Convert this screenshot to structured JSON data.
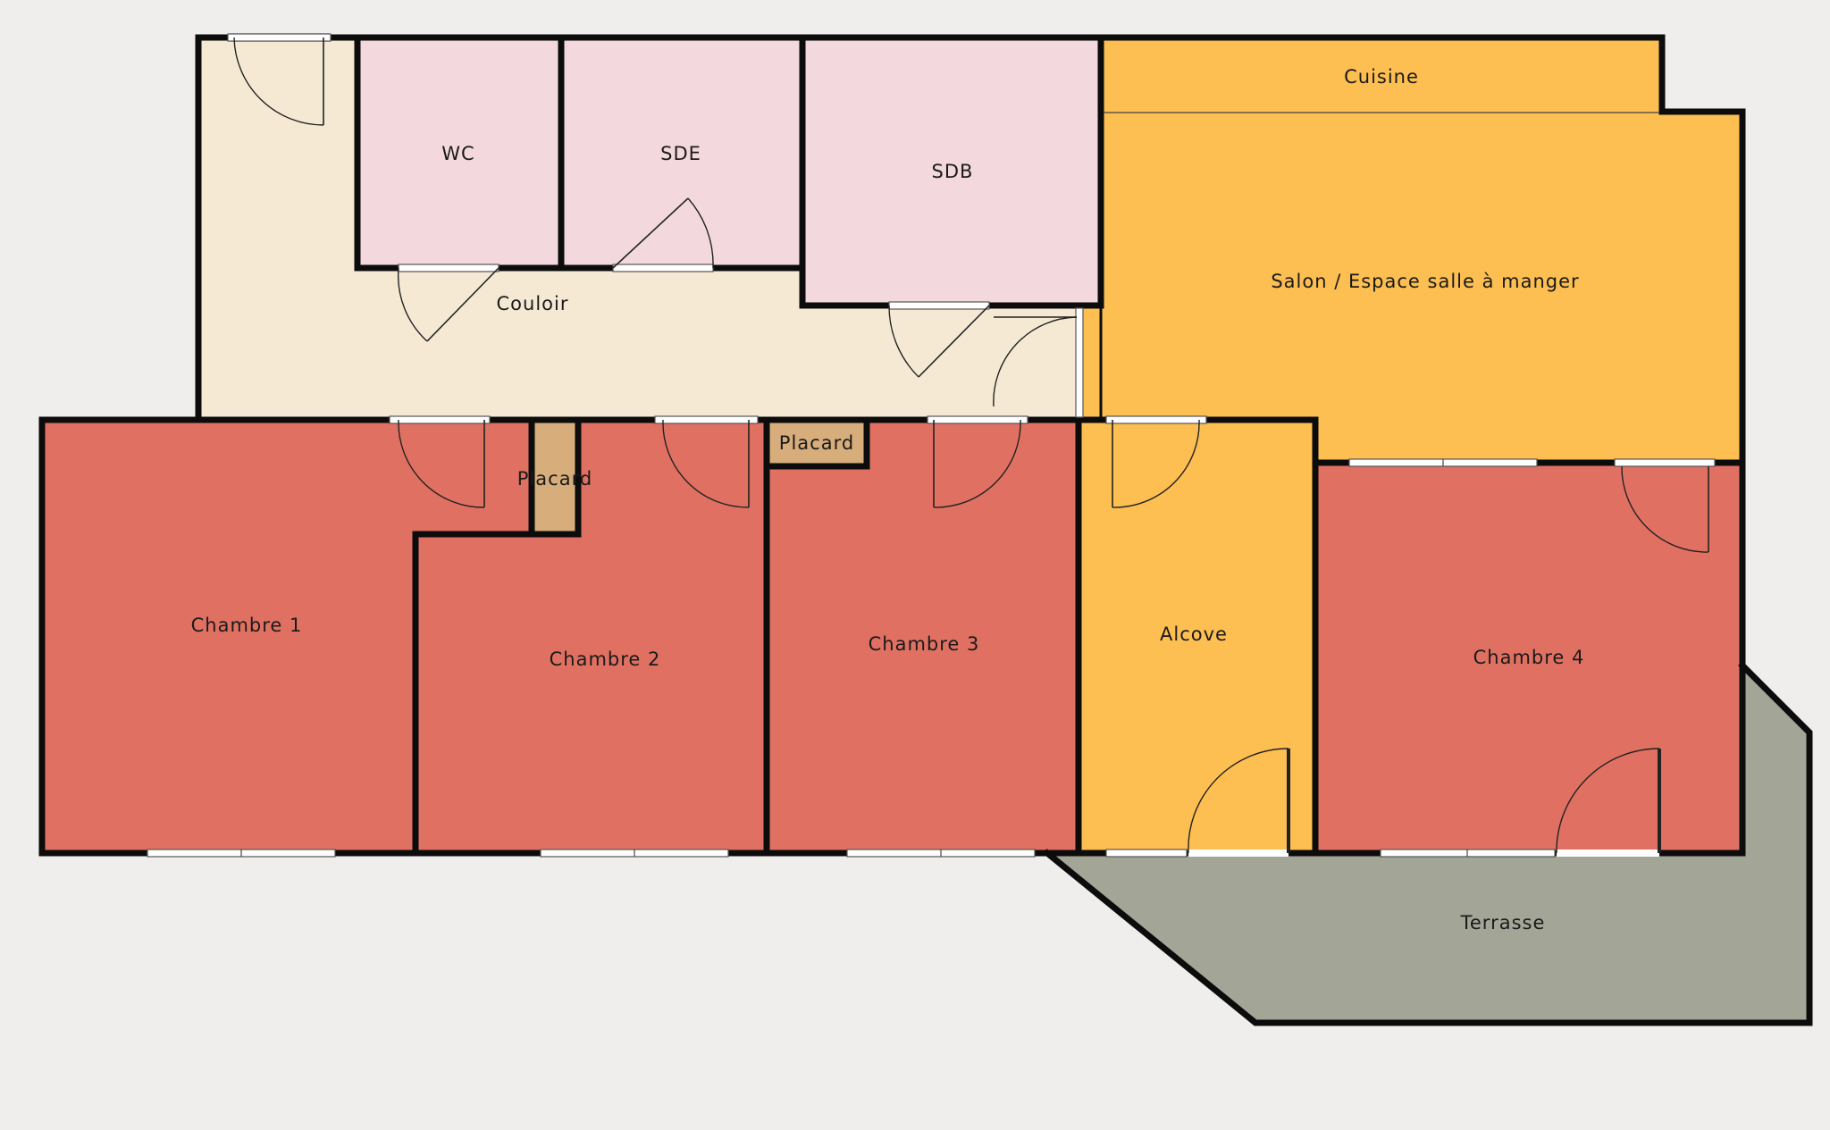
{
  "plan": {
    "rooms": [
      {
        "id": "cuisine",
        "label": "Cuisine",
        "color": "#fdbe52"
      },
      {
        "id": "salon",
        "label": "Salon / Espace salle à manger",
        "color": "#fdbe52"
      },
      {
        "id": "wc",
        "label": "WC",
        "color": "#f3d9de"
      },
      {
        "id": "sde",
        "label": "SDE",
        "color": "#f3d9de"
      },
      {
        "id": "sdb",
        "label": "SDB",
        "color": "#f3d9de"
      },
      {
        "id": "couloir",
        "label": "Couloir",
        "color": "#f6e9d4"
      },
      {
        "id": "placard1",
        "label": "Placard",
        "color": "#d6ad7b"
      },
      {
        "id": "placard2",
        "label": "Placard",
        "color": "#d6ad7b"
      },
      {
        "id": "chambre1",
        "label": "Chambre 1",
        "color": "#e07162"
      },
      {
        "id": "chambre2",
        "label": "Chambre 2",
        "color": "#e07162"
      },
      {
        "id": "chambre3",
        "label": "Chambre 3",
        "color": "#e07162"
      },
      {
        "id": "alcove",
        "label": "Alcove",
        "color": "#fdbe52"
      },
      {
        "id": "chambre4",
        "label": "Chambre 4",
        "color": "#e07162"
      },
      {
        "id": "terrasse",
        "label": "Terrasse",
        "color": "#a3a697"
      }
    ],
    "colors": {
      "wall": "#0c0c0c",
      "background": "#efeeec"
    }
  }
}
